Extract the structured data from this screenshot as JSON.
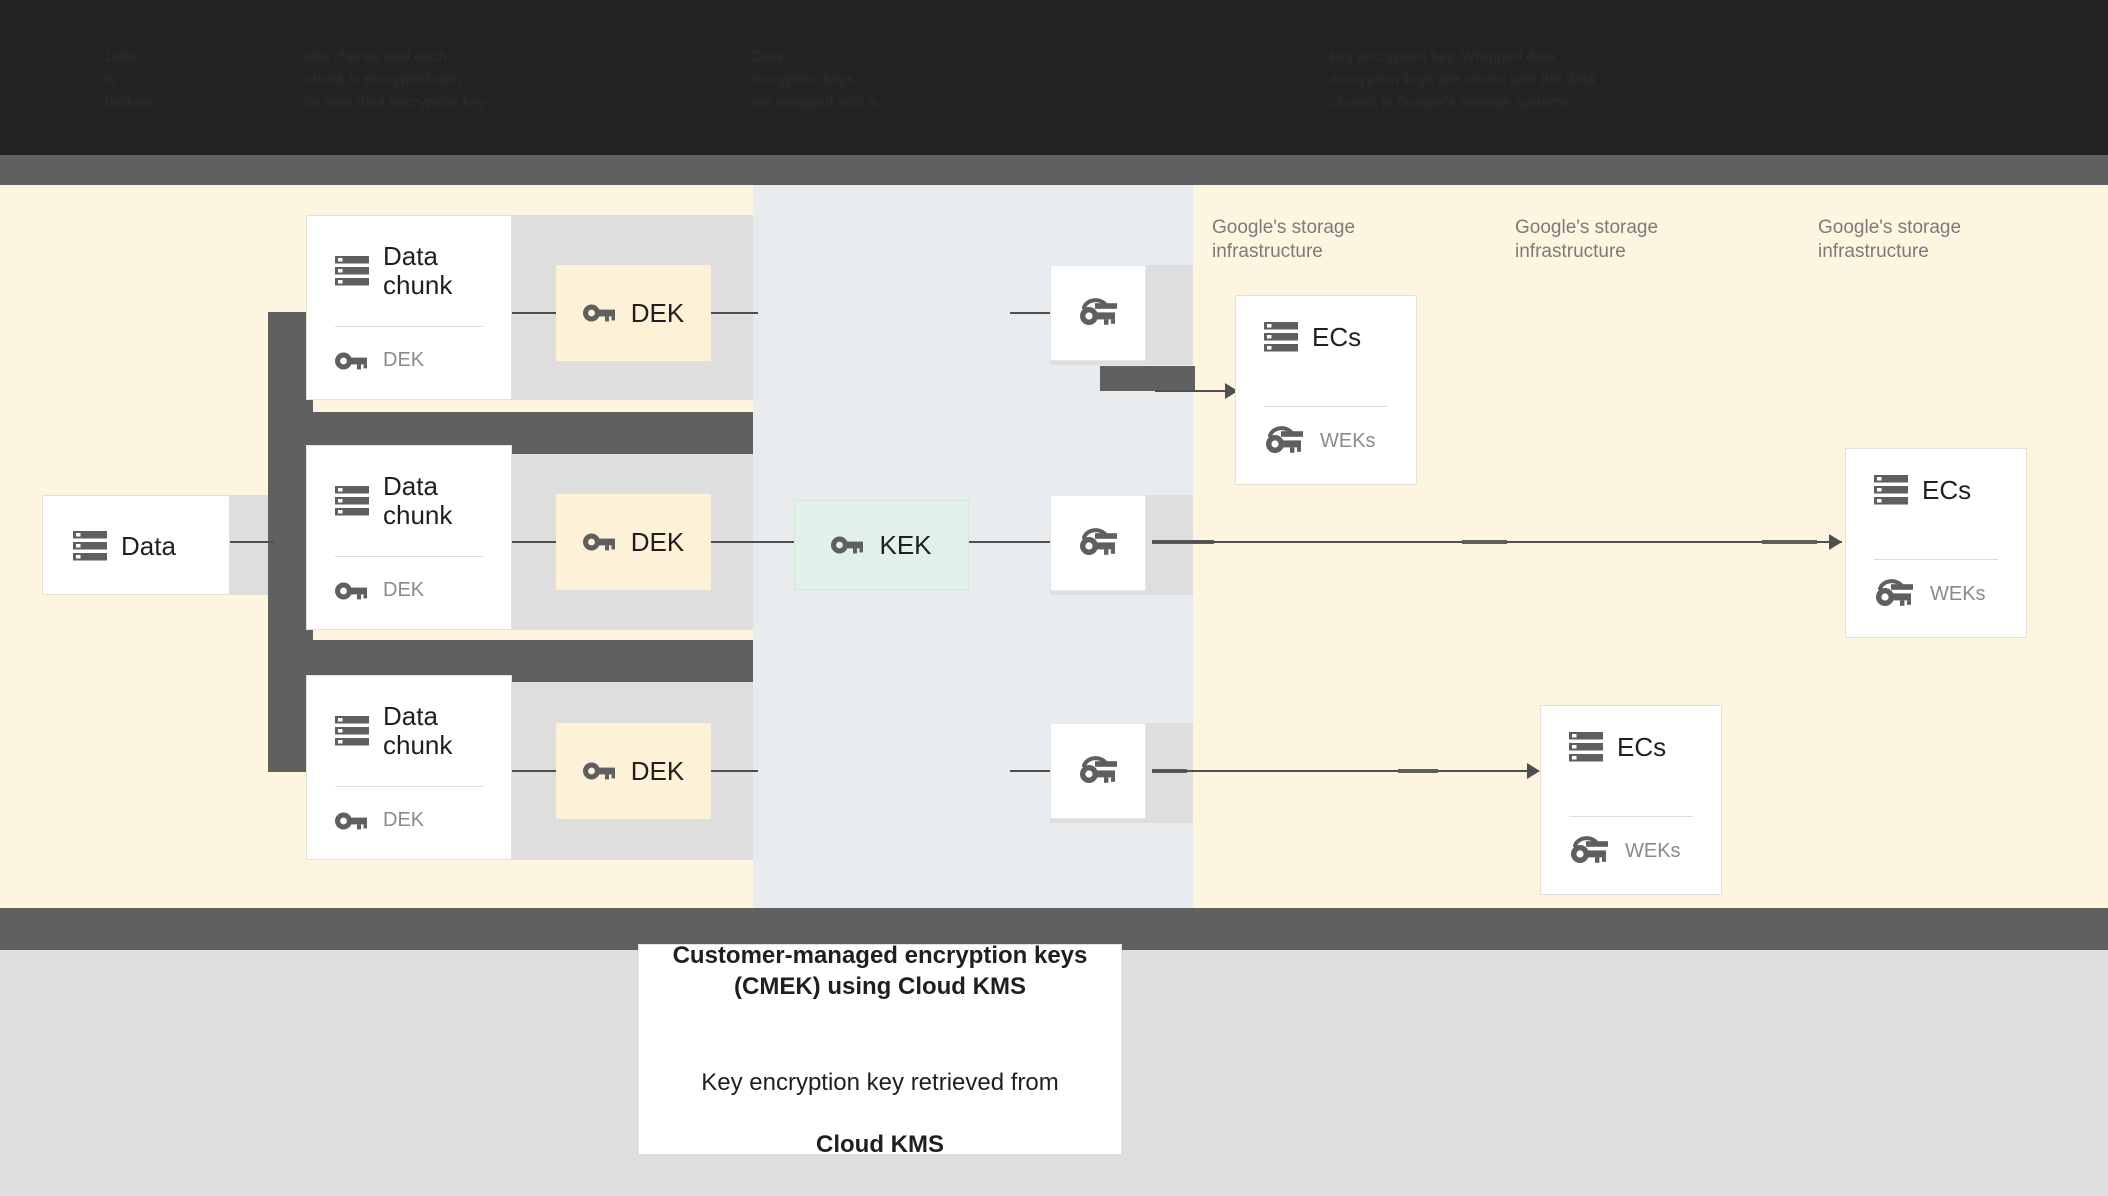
{
  "header": {
    "note": "top header text is rendered dark-on-black and is illegible in the source screenshot",
    "columns": [
      {
        "text": "Data\nis\nbroken"
      },
      {
        "text": "into chunks and each\nchunk is encrypted with\nits own data encryption key"
      },
      {
        "text": "Data\nencryption keys\nare wrapped with a"
      },
      {
        "text": "key encryption key. Wrapped data\nencryption keys are stored with the data\nchunks in Google's storage systems"
      }
    ]
  },
  "diagram": {
    "source": {
      "label": "Data",
      "icon": "storage-icon"
    },
    "chunks": [
      {
        "title": "Data\nchunk",
        "key_label": "DEK",
        "icon": "storage-icon",
        "key_icon": "key-icon"
      },
      {
        "title": "Data\nchunk",
        "key_label": "DEK",
        "icon": "storage-icon",
        "key_icon": "key-icon"
      },
      {
        "title": "Data\nchunk",
        "key_label": "DEK",
        "icon": "storage-icon",
        "key_icon": "key-icon"
      }
    ],
    "deks": [
      {
        "label": "DEK",
        "icon": "key-icon"
      },
      {
        "label": "DEK",
        "icon": "key-icon"
      },
      {
        "label": "DEK",
        "icon": "key-icon"
      }
    ],
    "kek": {
      "label": "KEK",
      "icon": "key-icon"
    },
    "wrapped_keys": [
      {
        "icon": "wrapped-key-icon"
      },
      {
        "icon": "wrapped-key-icon"
      },
      {
        "icon": "wrapped-key-icon"
      }
    ],
    "infra_labels": [
      "Google's storage\ninfrastructure",
      "Google's storage\ninfrastructure",
      "Google's storage\ninfrastructure"
    ],
    "ec_cards": [
      {
        "title": "ECs",
        "key_label": "WEKs",
        "icon": "storage-icon",
        "key_icon": "wrapped-key-icon"
      },
      {
        "title": "ECs",
        "key_label": "WEKs",
        "icon": "storage-icon",
        "key_icon": "wrapped-key-icon"
      },
      {
        "title": "ECs",
        "key_label": "WEKs",
        "icon": "storage-icon",
        "key_icon": "wrapped-key-icon"
      }
    ]
  },
  "caption": {
    "title": "Customer-managed encryption keys\n(CMEK) using Cloud KMS",
    "body_lead": "Key encryption key retrieved from",
    "body_strong": "Cloud KMS"
  },
  "colors": {
    "band_black": "#232323",
    "band_gray": "#606060",
    "panel_cream": "#fdf5e0",
    "panel_blue": "#e8ecee",
    "panel_gray": "#dedede",
    "dek_chip": "#fdf2d7",
    "kek_chip": "#e1f0e8",
    "icon_gray": "#5f5f5f",
    "text_dark": "#1f1f1f",
    "text_muted": "#8a8a8a"
  }
}
